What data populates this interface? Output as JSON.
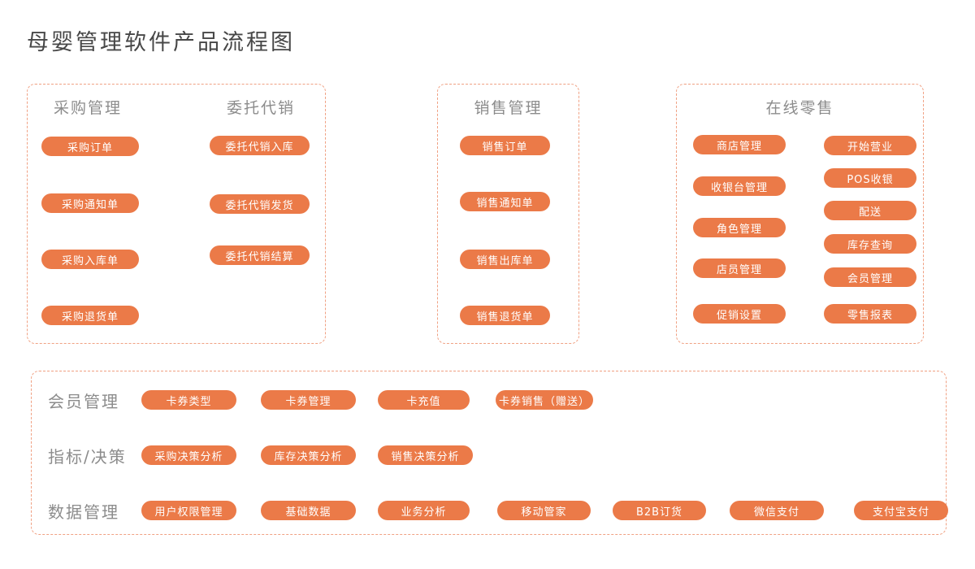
{
  "title": "母婴管理软件产品流程图",
  "colors": {
    "accent": "#EB7A48",
    "panel_border": "#F0A183",
    "title_text": "#474747",
    "header_text": "#8C8C8C",
    "pill_text": "#FFFFFF"
  },
  "panels": {
    "purchase": {
      "header": "采购管理",
      "items": [
        "采购订单",
        "采购通知单",
        "采购入库单",
        "采购退货单"
      ]
    },
    "consignment": {
      "header": "委托代销",
      "items": [
        "委托代销入库",
        "委托代销发货",
        "委托代销结算"
      ]
    },
    "sales": {
      "header": "销售管理",
      "items": [
        "销售订单",
        "销售通知单",
        "销售出库单",
        "销售退货单"
      ]
    },
    "online_retail": {
      "header": "在线零售",
      "left_items": [
        "商店管理",
        "收银台管理",
        "角色管理",
        "店员管理",
        "促销设置"
      ],
      "right_items": [
        "开始营业",
        "POS收银",
        "配送",
        "库存查询",
        "会员管理",
        "零售报表"
      ]
    },
    "bottom": {
      "rows": [
        {
          "label": "会员管理",
          "items": [
            "卡券类型",
            "卡券管理",
            "卡充值",
            "卡券销售（赠送）"
          ]
        },
        {
          "label": "指标/决策",
          "items": [
            "采购决策分析",
            "库存决策分析",
            "销售决策分析"
          ]
        },
        {
          "label": "数据管理",
          "items": [
            "用户权限管理",
            "基础数据",
            "业务分析",
            "移动管家",
            "B2B订货",
            "微信支付",
            "支付宝支付"
          ]
        }
      ]
    }
  }
}
